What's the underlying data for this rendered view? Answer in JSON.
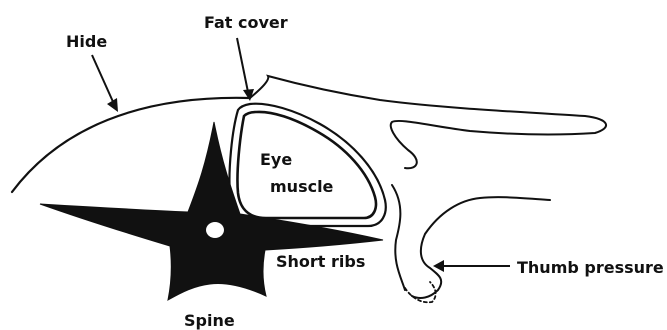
{
  "labels": {
    "hide": "Hide",
    "fat_cover": "Fat cover",
    "eye": "Eye",
    "muscle": "muscle",
    "short_ribs": "Short ribs",
    "thumb_pressure": "Thumb pressure",
    "spine": "Spine"
  },
  "colors": {
    "ink": "#111111",
    "background": "#ffffff"
  }
}
